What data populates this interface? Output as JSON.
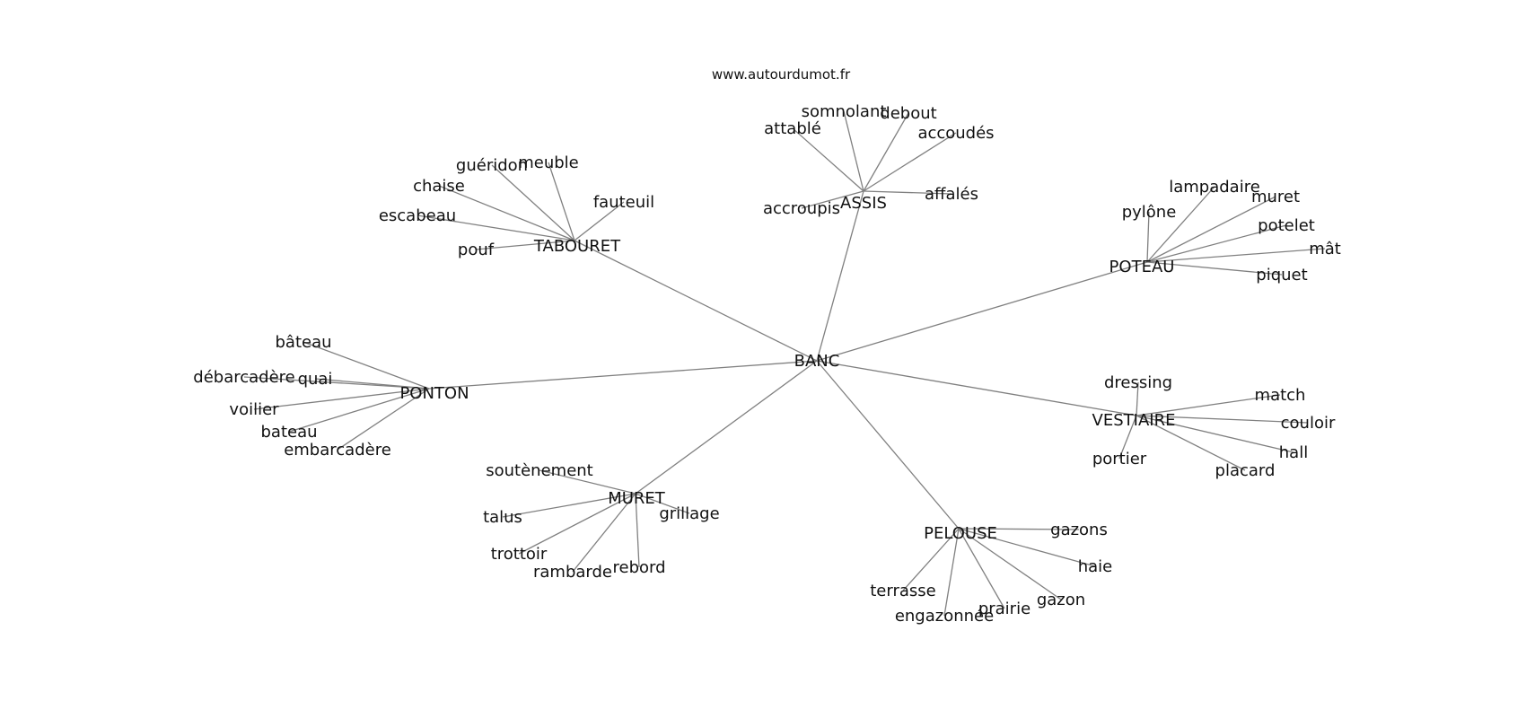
{
  "source": "www.autourdumot.fr",
  "center": "BANC",
  "hubs": [
    {
      "id": "tabouret",
      "label": "TABOURET",
      "words": [
        "guéridon",
        "meuble",
        "chaise",
        "fauteuil",
        "escabeau",
        "pouf"
      ]
    },
    {
      "id": "assis",
      "label": "ASSIS",
      "words": [
        "somnolant",
        "debout",
        "attablé",
        "accoudés",
        "affalés",
        "accroupis"
      ]
    },
    {
      "id": "poteau",
      "label": "POTEAU",
      "words": [
        "lampadaire",
        "muret",
        "pylône",
        "potelet",
        "mât",
        "piquet"
      ]
    },
    {
      "id": "ponton",
      "label": "PONTON",
      "words": [
        "bâteau",
        "débarcadère",
        "quai",
        "voilier",
        "bateau",
        "embarcadère"
      ]
    },
    {
      "id": "vestiaire",
      "label": "VESTIAIRE",
      "words": [
        "dressing",
        "match",
        "couloir",
        "hall",
        "portier",
        "placard"
      ]
    },
    {
      "id": "muret",
      "label": "MURET",
      "words": [
        "soutènement",
        "talus",
        "grillage",
        "trottoir",
        "rambarde",
        "rebord"
      ]
    },
    {
      "id": "pelouse",
      "label": "PELOUSE",
      "words": [
        "gazons",
        "haie",
        "terrasse",
        "gazon",
        "prairie",
        "engazonnée"
      ]
    }
  ]
}
